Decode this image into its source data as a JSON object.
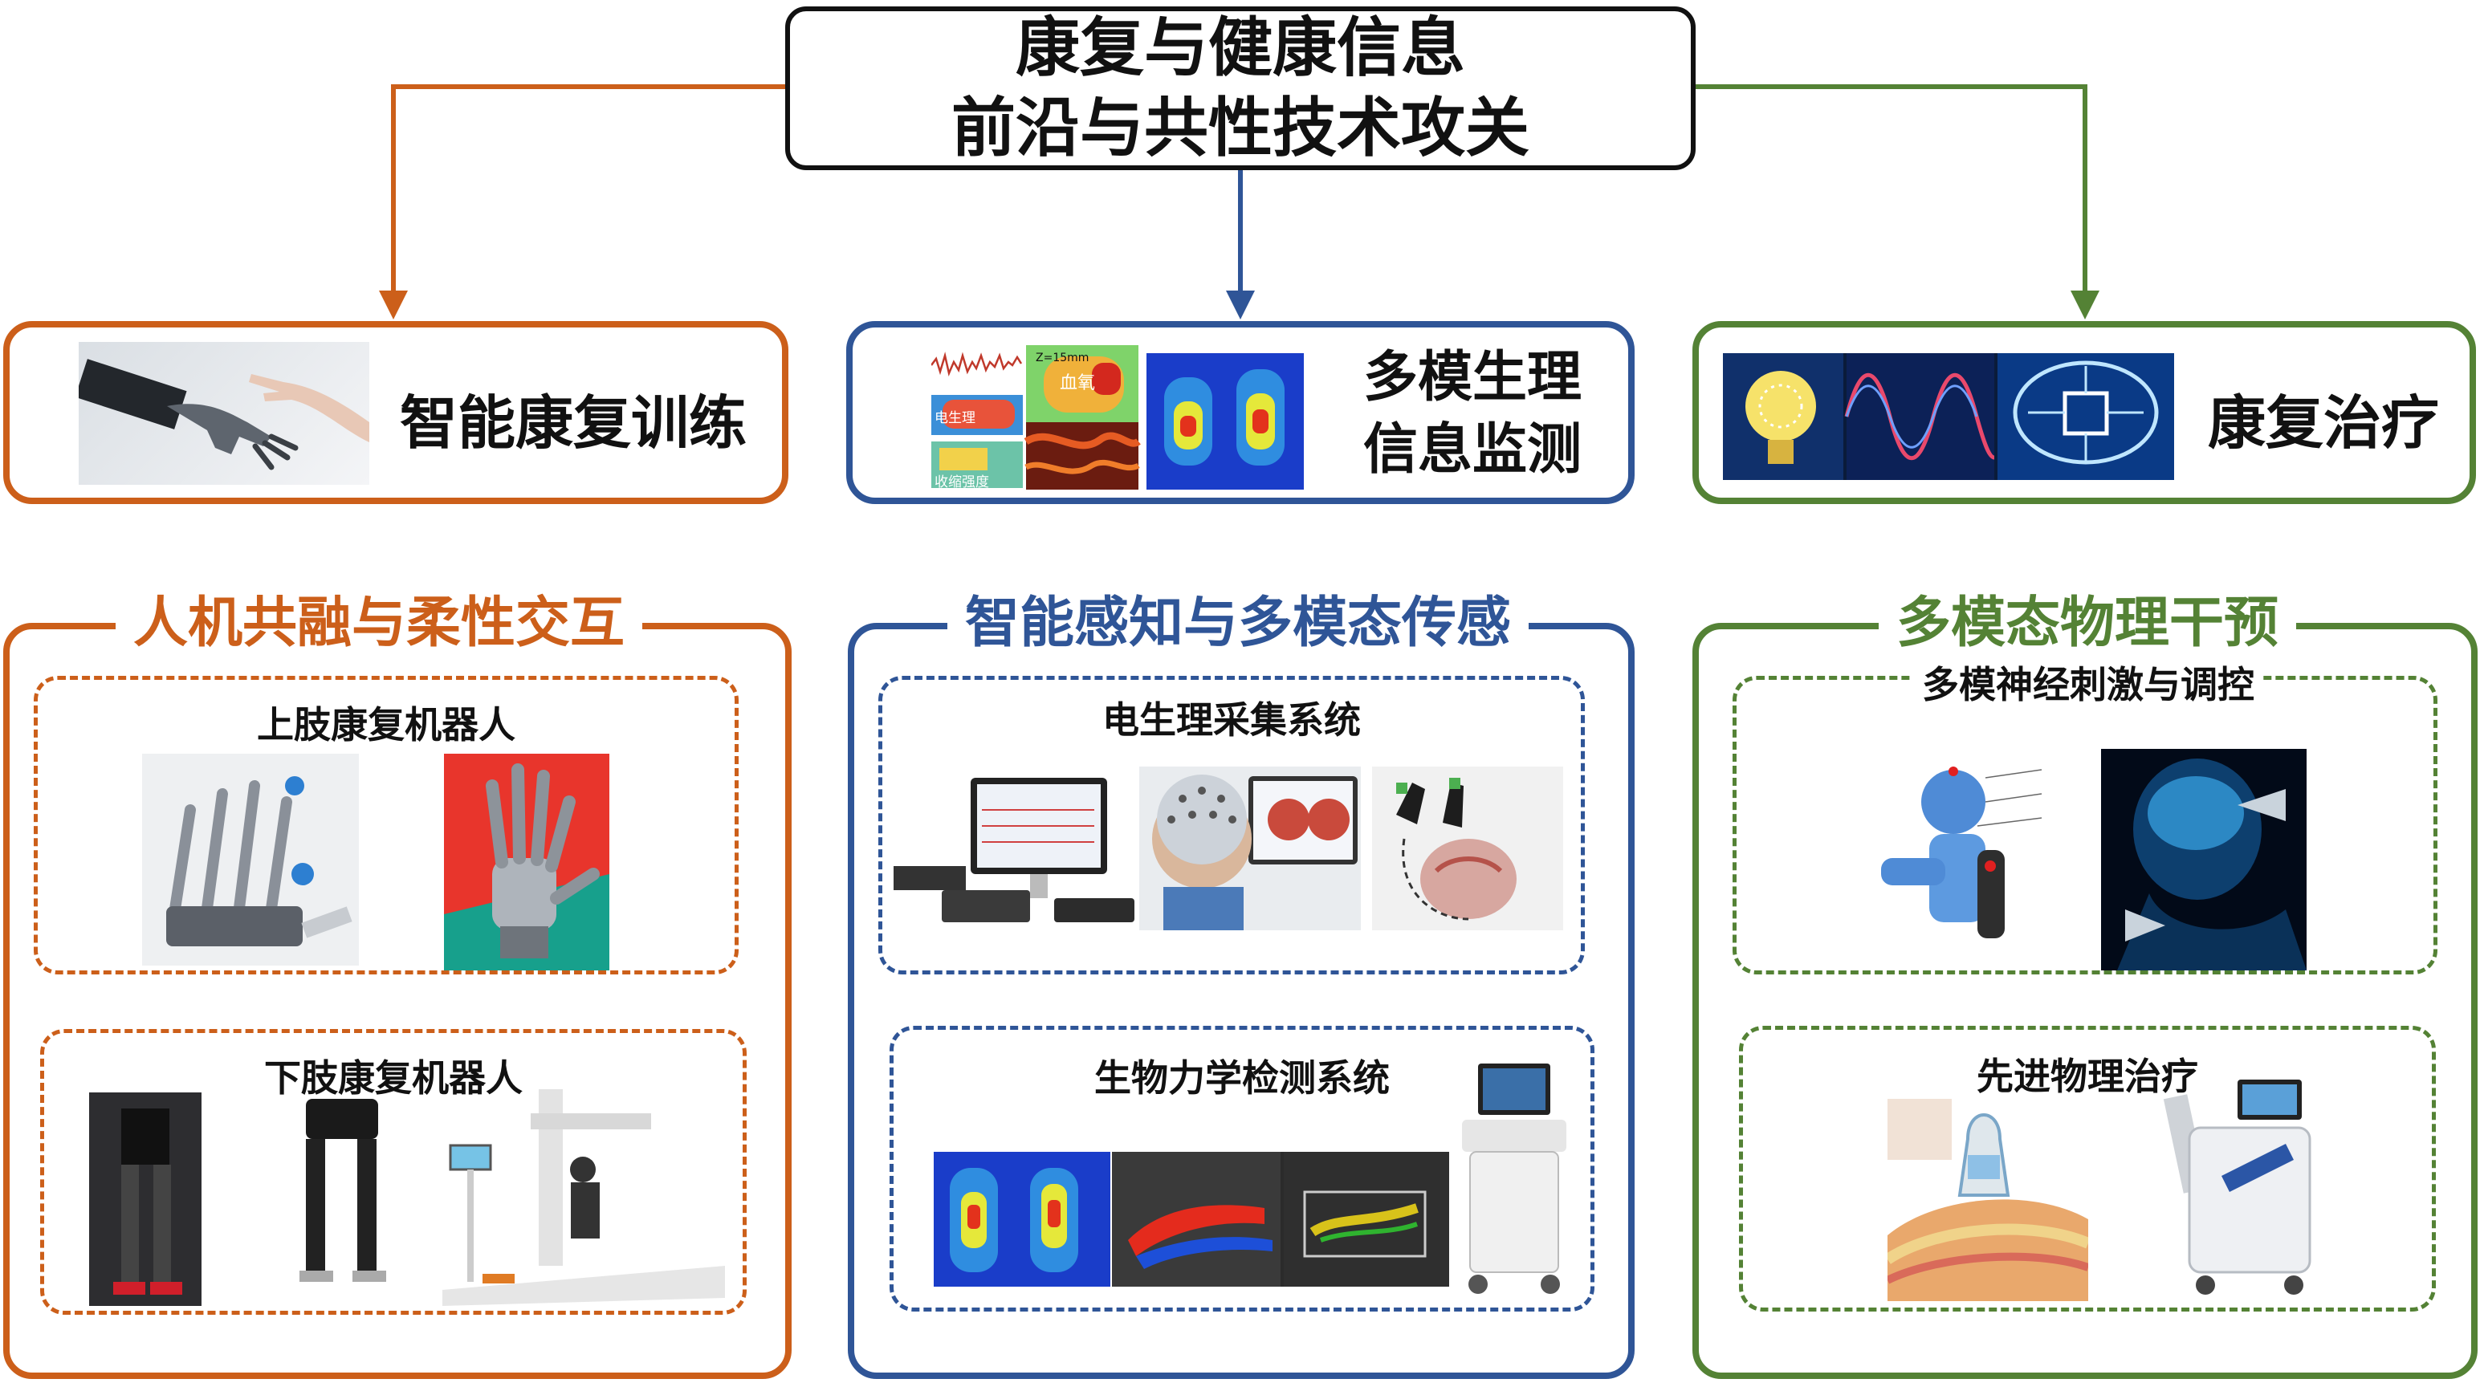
{
  "colors": {
    "orange": "#cc5f1a",
    "blue": "#2f5597",
    "green": "#548235",
    "dark": "#111111"
  },
  "title": {
    "line1": "康复与健康信息",
    "line2": "前沿与共性技术攻关"
  },
  "categories": [
    {
      "label": "智能康复训练",
      "image": "robotic-hand-touching-human-hand"
    },
    {
      "label_line1": "多模生理",
      "label_line2": "信息监测",
      "image_labels": {
        "tag1": "Z=15mm",
        "tag2": "血氧",
        "tag3": "电生理",
        "tag4": "收缩强度"
      }
    },
    {
      "label": "康复治疗",
      "image": "brain-lightbulb-wave-circuit"
    }
  ],
  "sections": {
    "left": {
      "title": "人机共融与柔性交互",
      "groups": [
        {
          "label": "上肢康复机器人",
          "images": [
            "hand-exoskeleton",
            "robotic-hand"
          ]
        },
        {
          "label": "下肢康复机器人",
          "images": [
            "exoskeleton-black",
            "exoskeleton-legs",
            "gait-training-system"
          ]
        }
      ]
    },
    "middle": {
      "title": "智能感知与多模态传感",
      "groups": [
        {
          "label": "电生理采集系统",
          "images": [
            "acquisition-system",
            "eeg-cap-subject",
            "brain-signal-hand"
          ]
        },
        {
          "label": "生物力学检测系统",
          "images": [
            "pressure-heatmap",
            "ultrasound-doppler",
            "ultrasound-cart"
          ]
        }
      ]
    },
    "right": {
      "title": "多模态物理干预",
      "groups": [
        {
          "label": "多模神经刺激与调控",
          "images": [
            "stimulation-sites-figure",
            "transcranial-stimulation"
          ]
        },
        {
          "label": "先进物理治疗",
          "images": [
            "pelvic-anatomy-probe",
            "therapy-device-cart"
          ]
        }
      ]
    }
  }
}
